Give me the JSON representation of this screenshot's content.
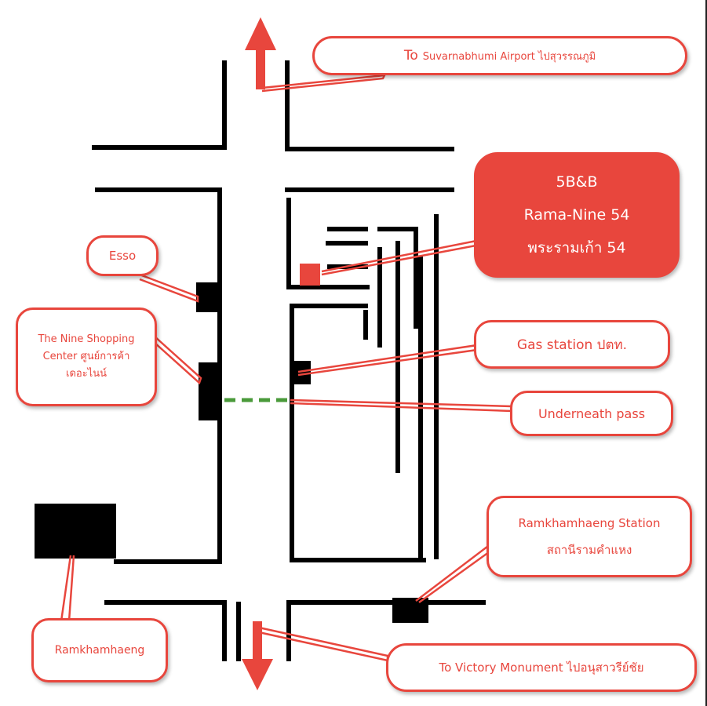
{
  "colors": {
    "accent": "#e8463d",
    "road": "#000000",
    "underpass": "#4a9a3a",
    "background": "#ffffff"
  },
  "labels": {
    "airport": {
      "prefix": "To",
      "text": "Suvarnabhumi Airport ไปสุวรรณภูมิ"
    },
    "hotel": {
      "line1": "5B&B",
      "line2": "Rama-Nine 54",
      "line3": "พระรามเก้า 54"
    },
    "esso": "Esso",
    "nine_shopping": {
      "line1": "The Nine Shopping",
      "line2": "Center ศูนย์การค้า",
      "line3": "เดอะไนน์"
    },
    "gas_station": "Gas station ปตท.",
    "underpass": "Underneath pass",
    "ramkhamhaeng_station": {
      "line1": "Ramkhamhaeng Station",
      "line2": "สถานีรามคำแหง"
    },
    "ramkhamhaeng": "Ramkhamhaeng",
    "victory_monument": "To Victory Monument ไปอนุสาวรีย์ชัย"
  },
  "directions": {
    "north": "arrow-up-icon",
    "south": "arrow-down-icon"
  }
}
